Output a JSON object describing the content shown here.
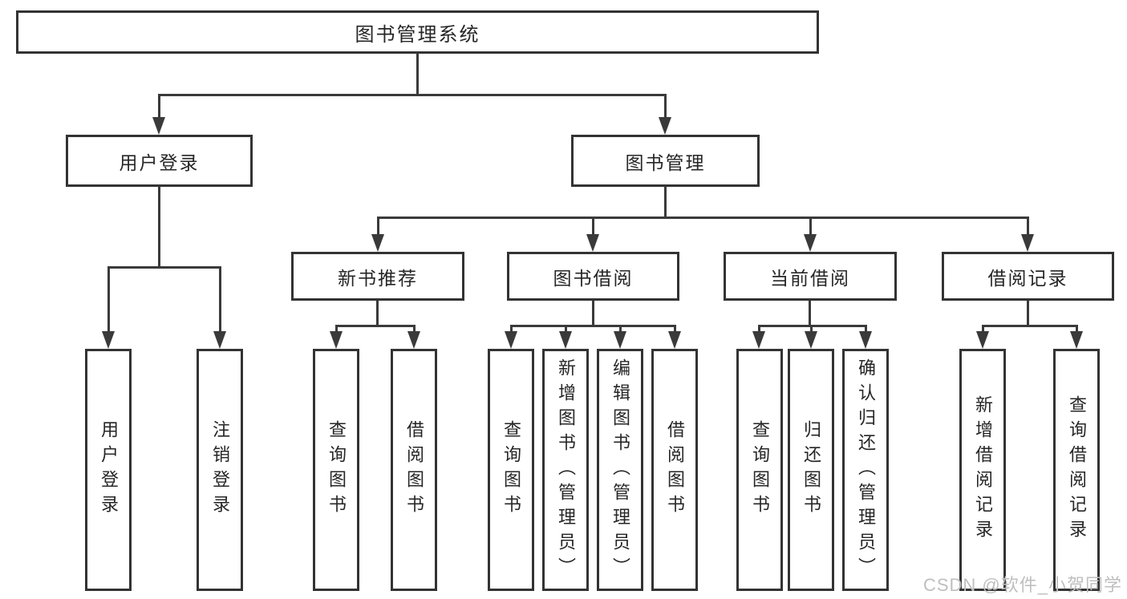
{
  "nodes": {
    "root": "图书管理系统",
    "user_login": "用户登录",
    "book_mgmt": "图书管理",
    "new_books": "新书推荐",
    "book_borrow": "图书借阅",
    "current_borrow": "当前借阅",
    "borrow_records": "借阅记录"
  },
  "leaves": {
    "user_login": [
      "用户登录",
      "注销登录"
    ],
    "new_books": [
      "查询图书",
      "借阅图书"
    ],
    "book_borrow": [
      "查询图书",
      "新增图书（管理员）",
      "编辑图书（管理员）",
      "借阅图书"
    ],
    "current_borrow": [
      "查询图书",
      "归还图书",
      "确认归还（管理员）"
    ],
    "borrow_records": [
      "新增借阅记录",
      "查询借阅记录"
    ]
  },
  "watermark": "CSDN @软件_小贺同学",
  "colors": {
    "line": "#3a3a3a",
    "border": "#333333",
    "text": "#262626",
    "watermark": "#bfbfbf",
    "background": "#ffffff"
  }
}
